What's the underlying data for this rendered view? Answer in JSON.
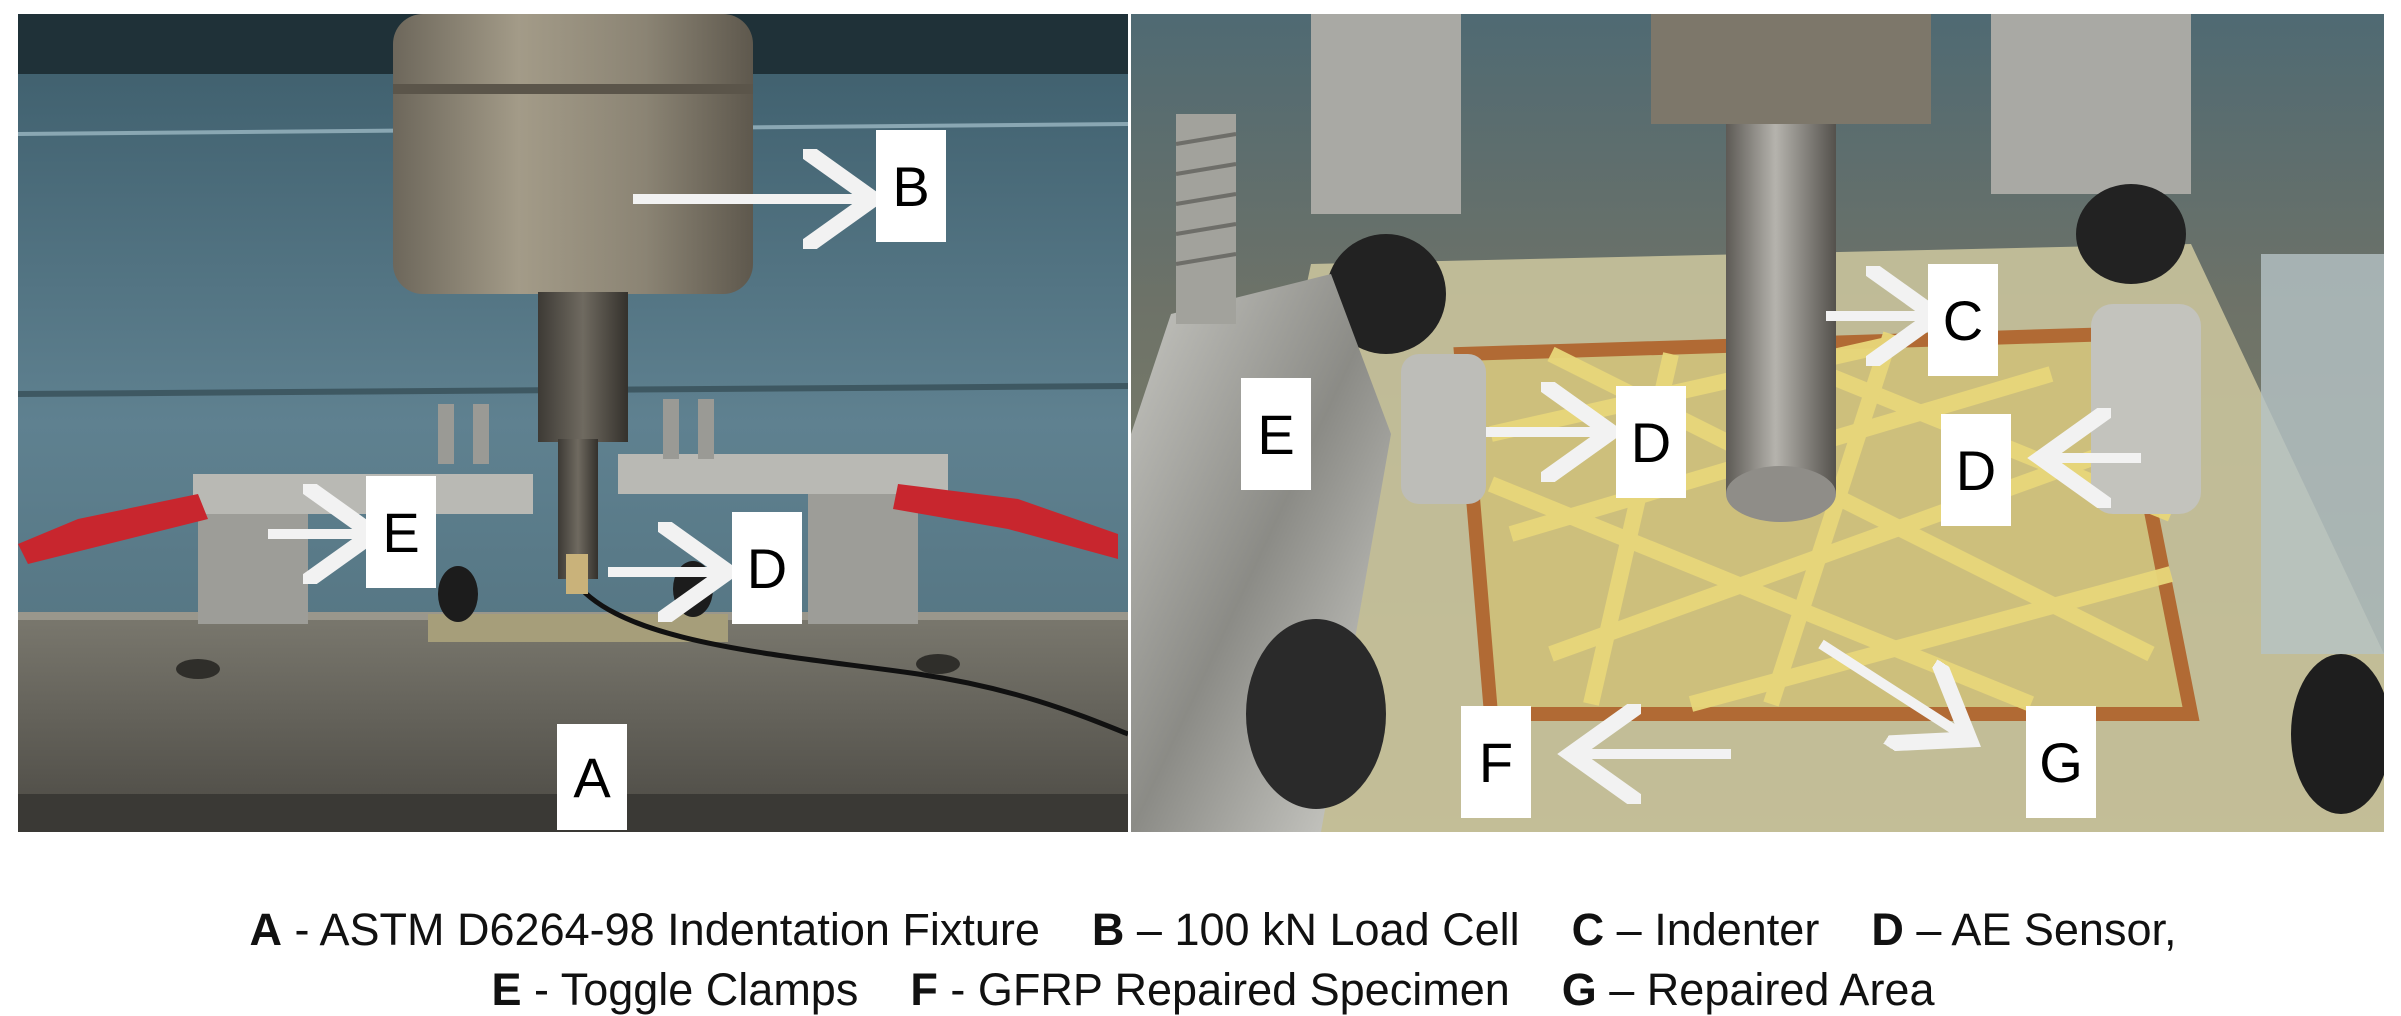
{
  "figure": {
    "left_photo_labels": {
      "A": "A",
      "B": "B",
      "D": "D",
      "E": "E"
    },
    "right_photo_labels": {
      "C": "C",
      "D1": "D",
      "D2": "D",
      "E": "E",
      "F": "F",
      "G": "G"
    },
    "caption_line1": [
      {
        "key": "A",
        "text": " - ASTM D6264-98 Indentation Fixture"
      },
      {
        "key": "B",
        "text": " – 100 kN Load Cell"
      },
      {
        "key": "C",
        "text": " – Indenter"
      },
      {
        "key": "D",
        "text": " – AE Sensor,"
      }
    ],
    "caption_line2": [
      {
        "key": "E",
        "text": " - Toggle Clamps"
      },
      {
        "key": "F",
        "text": " - GFRP Repaired Specimen"
      },
      {
        "key": "G",
        "text": " – Repaired Area"
      }
    ]
  },
  "colors": {
    "arrow": "#f2f2f2",
    "clamp_handle": "#c8262e",
    "fixture_plate": "#6b6a63",
    "load_cell": "#8c8474",
    "wall": "#5b7c8a",
    "specimen_fibers": "#e8d77a",
    "rust_border": "#b0622a"
  }
}
